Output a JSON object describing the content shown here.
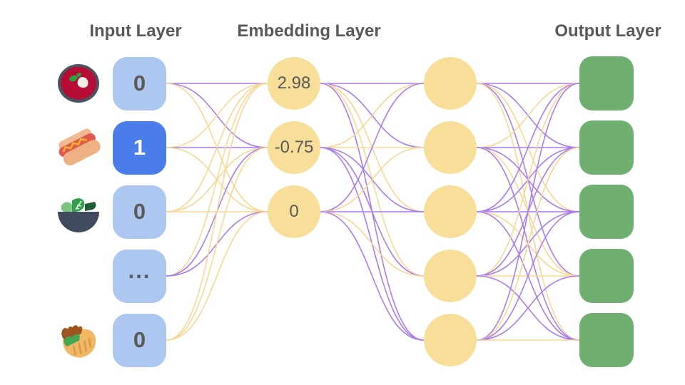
{
  "titles": {
    "input": "Input Layer",
    "embedding": "Embedding Layer",
    "output": "Output Layer"
  },
  "colors": {
    "background": "#ffffff",
    "title_text": "#595959",
    "node_text": "#595959",
    "input_node": "#aec7f1",
    "input_node_active": "#4a7de9",
    "input_node_active_text": "#ffffff",
    "embedding_node": "#f8df99",
    "hidden_node": "#f8df99",
    "output_node": "#6fb071",
    "edge_purple": "#a97cf0",
    "edge_yellow": "#f6d894"
  },
  "input_layer": {
    "nodes": [
      {
        "value": "0",
        "active": false,
        "icon": "borscht-bowl-icon"
      },
      {
        "value": "1",
        "active": true,
        "icon": "hot-dog-icon"
      },
      {
        "value": "0",
        "active": false,
        "icon": "salad-bowl-icon"
      },
      {
        "value": "...",
        "active": false,
        "icon": null
      },
      {
        "value": "0",
        "active": false,
        "icon": "stuffed-flatbread-icon"
      }
    ]
  },
  "embedding_layer": {
    "nodes": [
      {
        "value": "2.98"
      },
      {
        "value": "-0.75"
      },
      {
        "value": "0"
      }
    ]
  },
  "hidden_layer": {
    "node_count": 5
  },
  "output_layer": {
    "node_count": 5
  },
  "edges": {
    "input_to_embedding": [
      [
        "P",
        "P",
        "Y"
      ],
      [
        "Y",
        "P",
        "Y"
      ],
      [
        "Y",
        "Y",
        "Y"
      ],
      [
        "Y",
        "P",
        "P"
      ],
      [
        "Y",
        "Y",
        "Y"
      ]
    ],
    "embedding_to_hidden": [
      [
        "P",
        "P",
        "Y",
        "Y",
        "P"
      ],
      [
        "Y",
        "Y",
        "P",
        "P",
        "P"
      ],
      [
        "P",
        "Y",
        "P",
        "Y",
        "P"
      ]
    ],
    "hidden_to_output": [
      [
        "P",
        "P",
        "Y",
        "P",
        "Y"
      ],
      [
        "Y",
        "P",
        "P",
        "Y",
        "P"
      ],
      [
        "P",
        "P",
        "P",
        "Y",
        "P"
      ],
      [
        "Y",
        "P",
        "P",
        "Y",
        "P"
      ],
      [
        "P",
        "Y",
        "P",
        "P",
        "Y"
      ]
    ]
  }
}
